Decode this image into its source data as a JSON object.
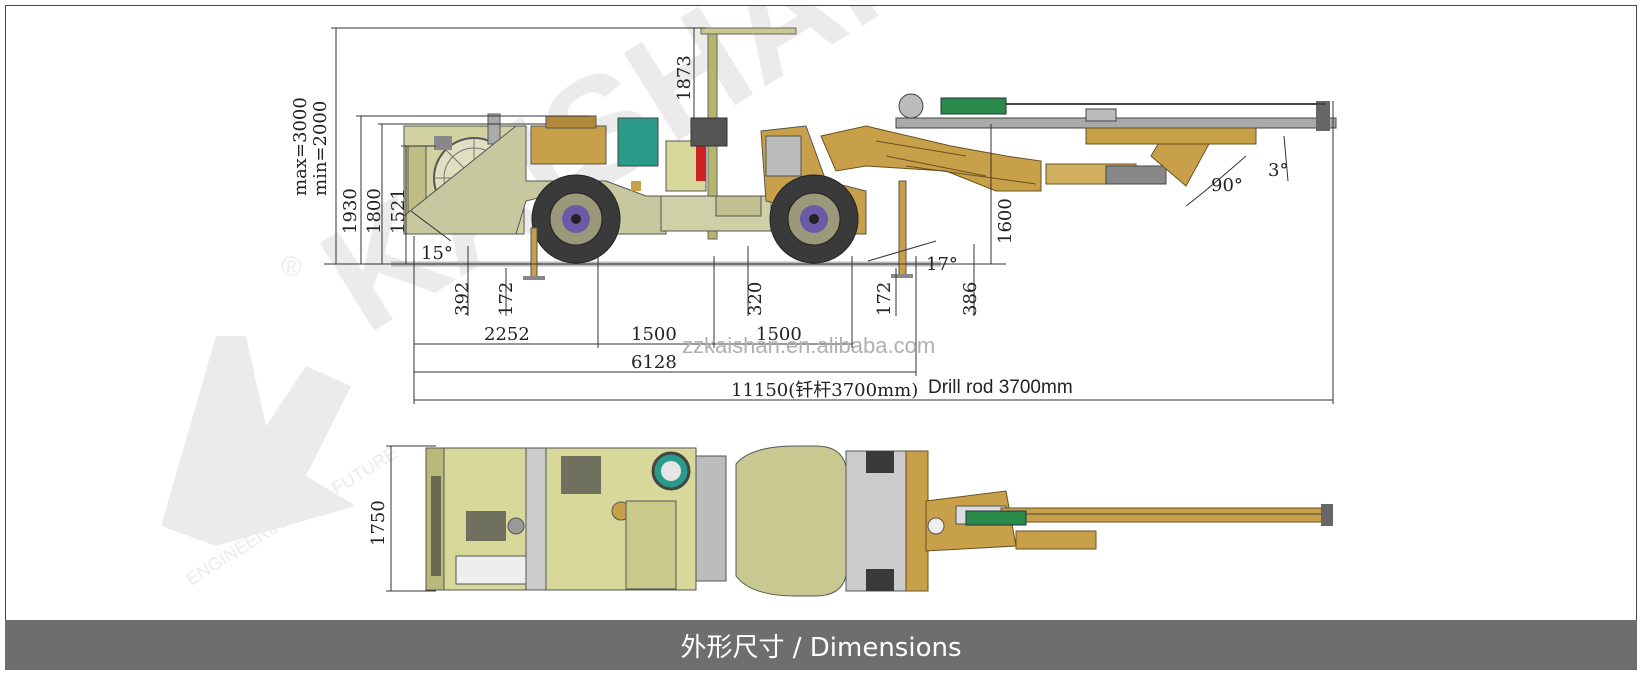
{
  "footer": {
    "title": "外形尺寸 / Dimensions"
  },
  "watermark": {
    "brand": "KAISHAN",
    "tagline": "ENGINEERING THE FUTURE",
    "registered": "®"
  },
  "website": "zzkaishan.en.alibaba.com",
  "side_view": {
    "heights": {
      "canopy_max_min": "max=3000\nmin=2000",
      "canopy_top": "1873",
      "h1930": "1930",
      "h1800": "1800",
      "h1521": "1521",
      "h1600": "1600"
    },
    "ground": {
      "d392": "392",
      "d172_left": "172",
      "d320": "320",
      "d172_right": "172",
      "d386": "386"
    },
    "angles": {
      "rear": "15°",
      "front": "17°",
      "boom": "90°",
      "feed": "3°"
    },
    "lengths": {
      "rear_overhang": "2252",
      "wheelbase_a": "1500",
      "wheelbase_b": "1500",
      "chassis": "6128",
      "total": "11150(钎杆3700mm)",
      "drill_rod_note": "Drill rod 3700mm"
    }
  },
  "top_view": {
    "width": "1750"
  },
  "colors": {
    "body": "#d8d89a",
    "body_dark": "#b9b97a",
    "boom": "#c8a04a",
    "tire": "#3a3a3a",
    "hub": "#6a5aa8",
    "cabin": "#2a9a8a",
    "footer_bg": "#6e6e6e"
  }
}
